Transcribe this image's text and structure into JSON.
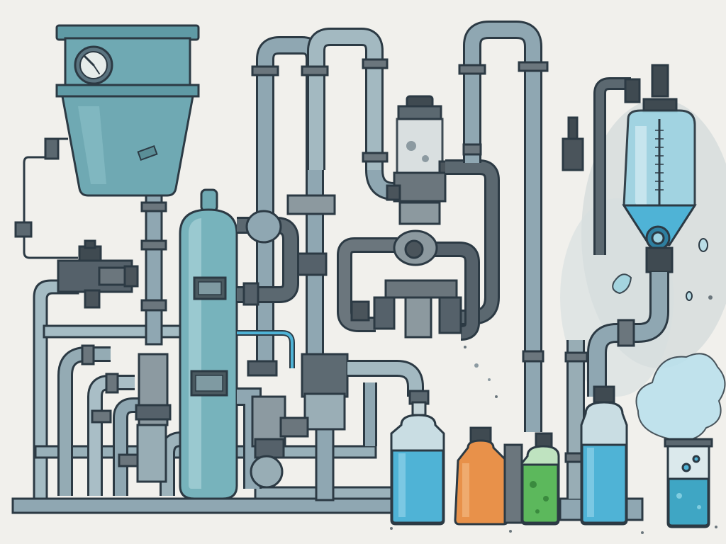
{
  "scene": {
    "colors": {
      "background": "#f1f0ec",
      "outline": "#2c3a44",
      "pipe_fill": "#8fa7b2",
      "pipe_highlight": "#b8ccd4",
      "vessel_fill": "#77b3bc",
      "vessel_light": "#a9d3d8",
      "fitting_dark": "#4a545b",
      "fitting_mid": "#6b767d",
      "water_blue": "#4fb3d6",
      "bottle_orange": "#e8914a",
      "bottle_green": "#5cb85c",
      "splash": "#9fd3e0",
      "gauge_face": "#e6ecea"
    },
    "icons": [
      "hopper-tank",
      "pressure-gauge",
      "filter-column",
      "pipe-network",
      "valve",
      "pump",
      "transparent-vessel",
      "blue-bottle",
      "orange-bottle",
      "green-bottle",
      "tall-bottle",
      "beaker",
      "water-splash"
    ]
  }
}
